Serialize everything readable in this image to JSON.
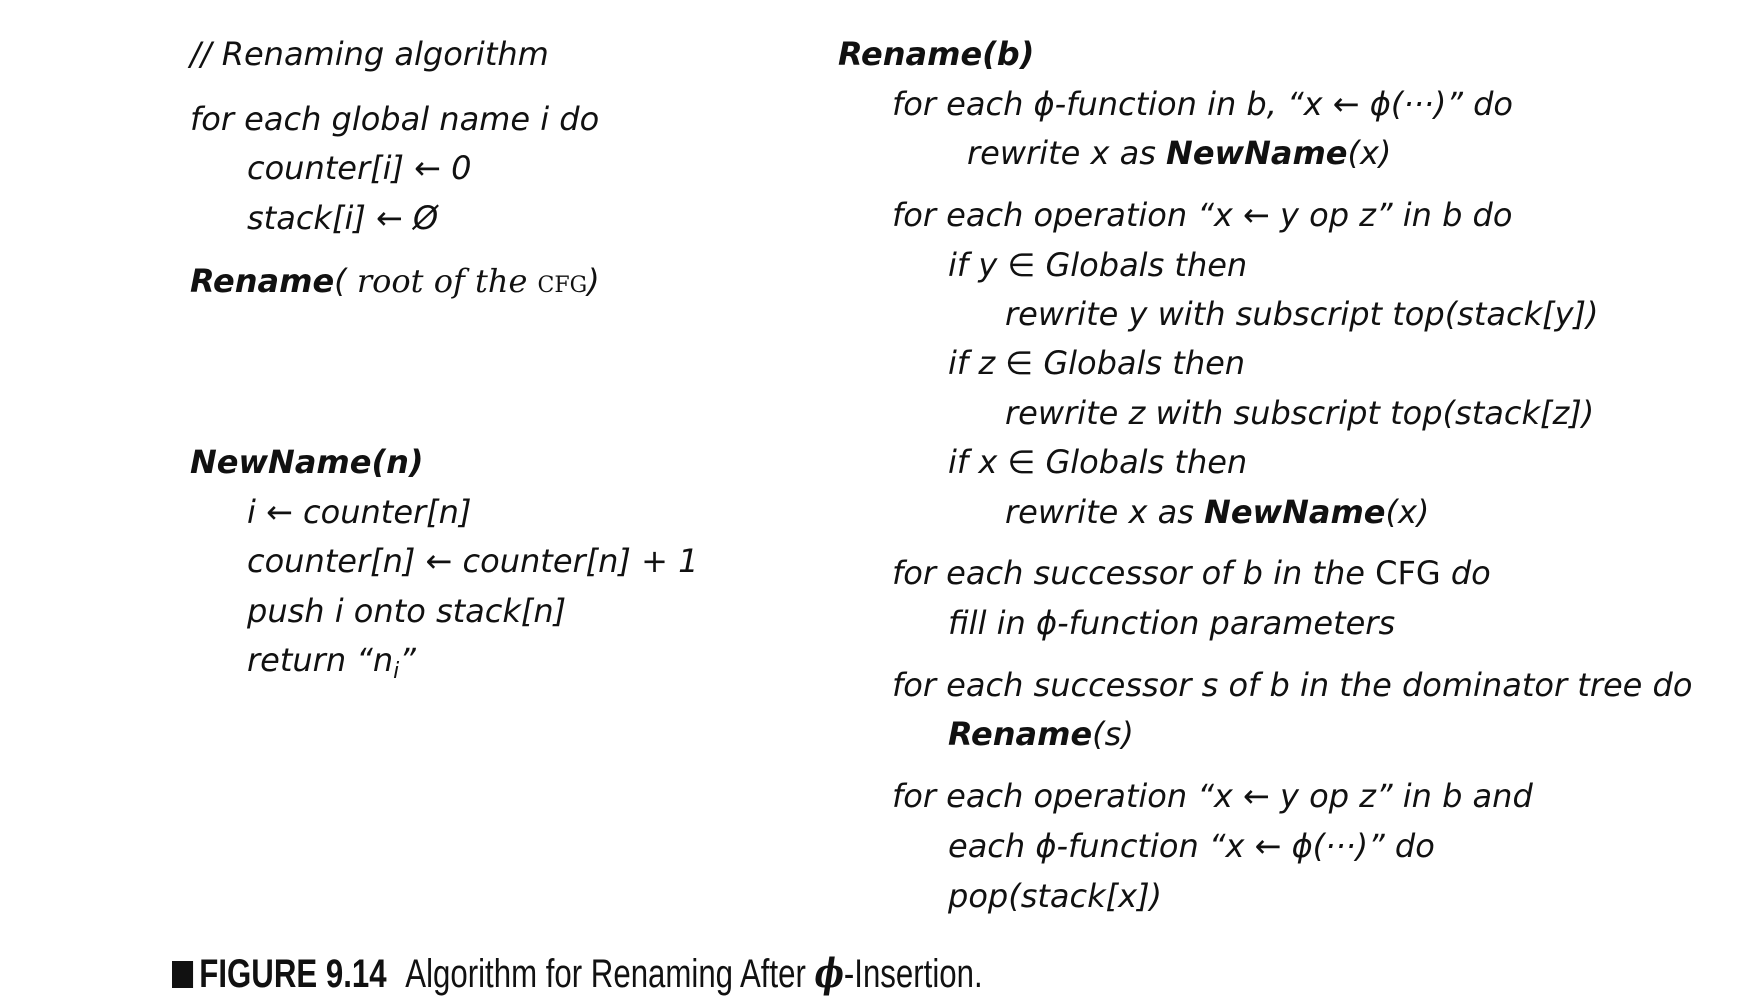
{
  "left": {
    "comment": "// Renaming algorithm",
    "init_loop": "for each global name i do",
    "counter_init": "counter[i] ← 0",
    "stack_init": "stack[i] ← Ø",
    "rename_call": {
      "name": "Rename",
      "open": "( ",
      "arg": "root of the ",
      "arg_cfg": "cfg",
      "close": ")"
    },
    "newname_header": "NewName(n)",
    "newname_body": {
      "line1": "i ← counter[n]",
      "line2": "counter[n] ← counter[n] + 1",
      "line3": "push i onto stack[n]",
      "line4_prefix": "return “n",
      "line4_sub": "i",
      "line4_suffix": "”"
    }
  },
  "right": {
    "header": "Rename(b)",
    "phi_loop": "for each ϕ-function in b, “x ← ϕ(···)” do",
    "phi_rewrite": {
      "pre": "rewrite x as ",
      "fn": "NewName",
      "post": "(x)"
    },
    "op_loop": "for each operation “x ← y op z” in b do",
    "if_y": "if y ∈ Globals then",
    "rewrite_y": "rewrite y with subscript top(stack[y])",
    "if_z": "if z ∈ Globals then",
    "rewrite_z": "rewrite z with subscript top(stack[z])",
    "if_x": "if x ∈ Globals then",
    "rewrite_x": {
      "pre": "rewrite x as ",
      "fn": "NewName",
      "post": "(x)"
    },
    "succ_loop": {
      "pre": "for each successor of b in the ",
      "cfg": "CFG",
      "post": " do"
    },
    "fill_phi": "fill in ϕ-function parameters",
    "dom_loop": "for each successor s of b in the dominator tree do",
    "rename_s": {
      "fn": "Rename",
      "post": "(s)"
    },
    "pop_loop1": "for each operation “x ← y op z” in b and",
    "pop_loop2": "each ϕ-function “x ← ϕ(···)” do",
    "pop": "pop(stack[x])"
  },
  "caption": {
    "label": "FIGURE 9.14",
    "text_before": "Algorithm for Renaming After ",
    "phi": "ϕ",
    "text_after": "-Insertion."
  }
}
